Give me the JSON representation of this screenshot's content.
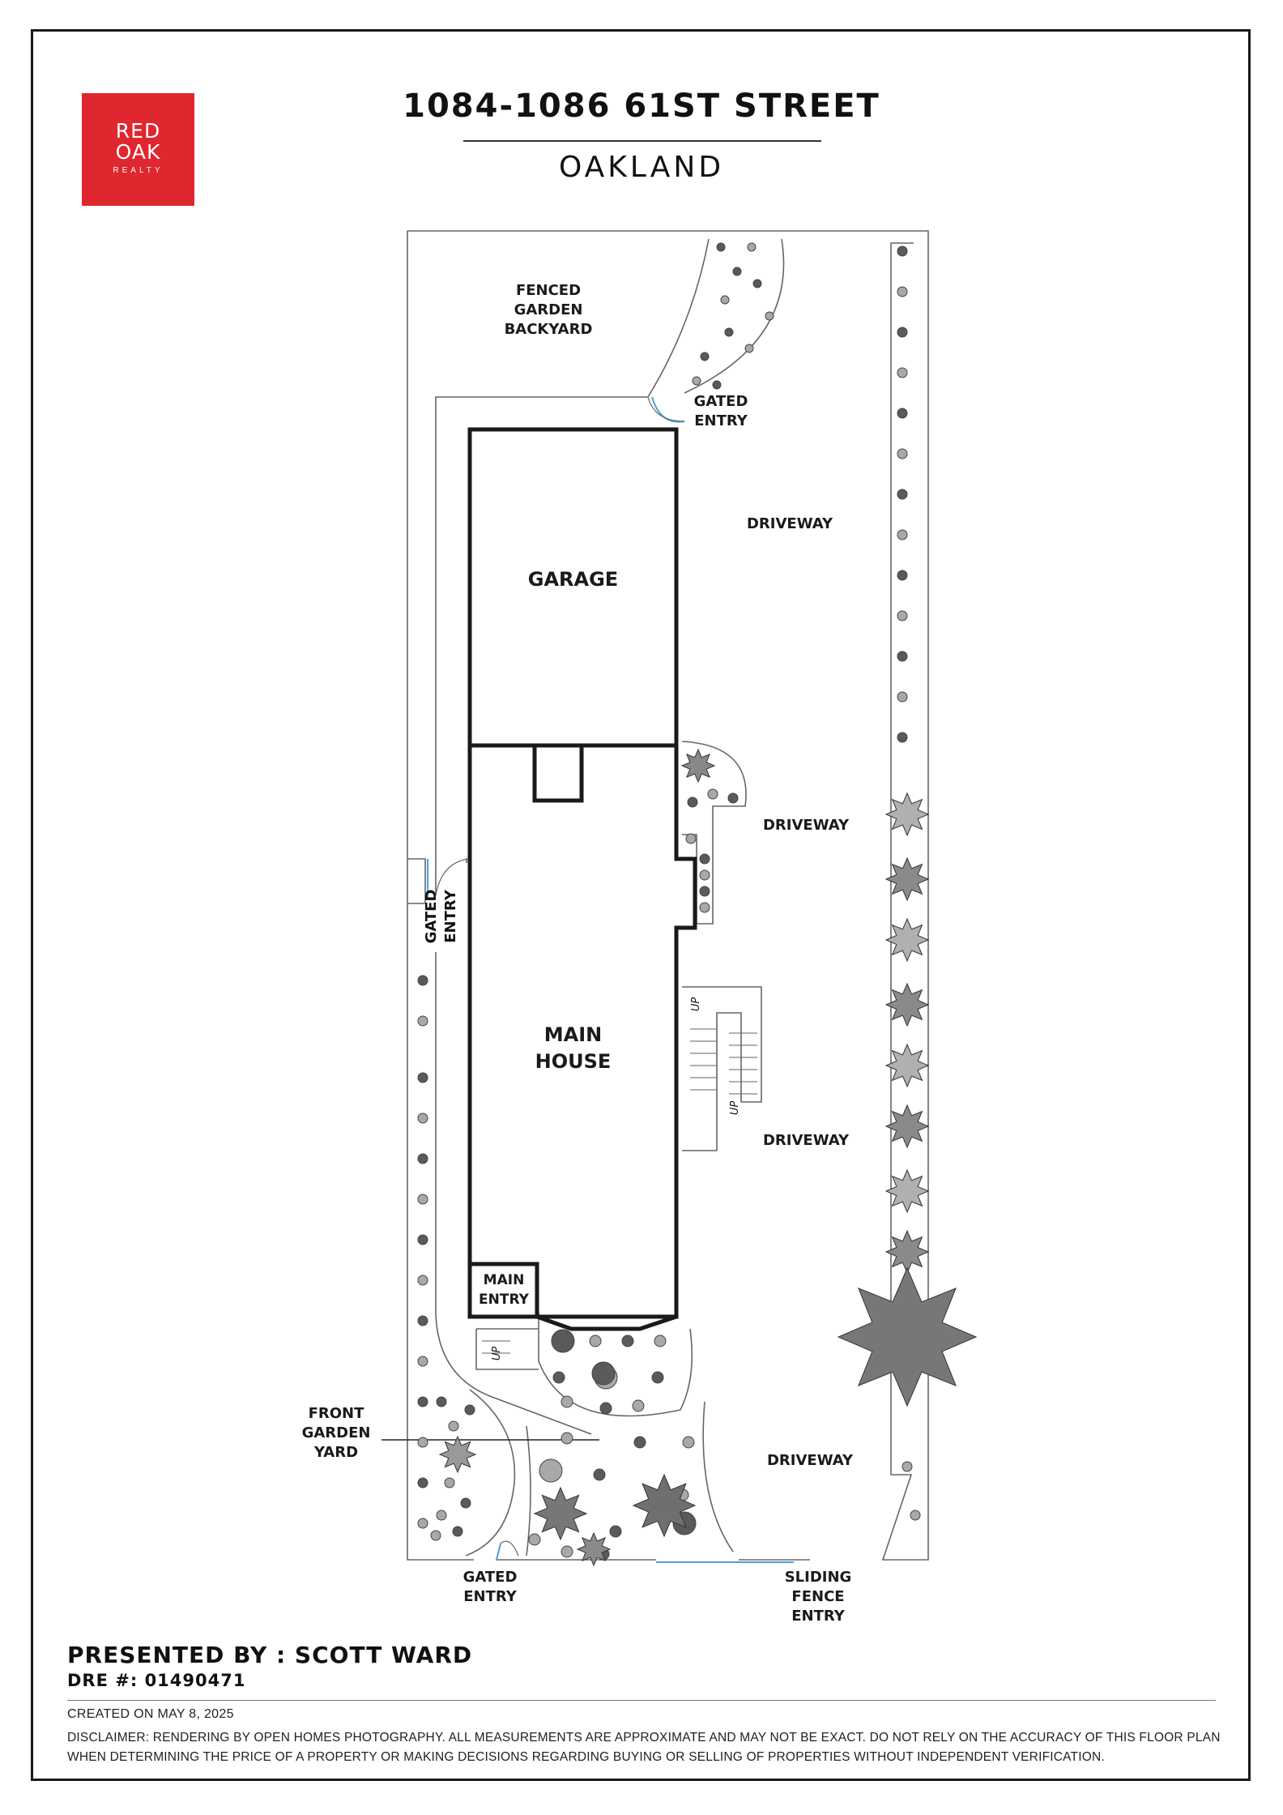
{
  "logo": {
    "line1": "RED",
    "line2": "OAK",
    "line3": "REALTY",
    "color": "#e0262e"
  },
  "header": {
    "title": "1084-1086 61ST STREET",
    "subtitle": "OAKLAND"
  },
  "labels": {
    "fenced_garden": "FENCED\nGARDEN\nBACKYARD",
    "gated_entry_top": "GATED\nENTRY",
    "driveway_1": "DRIVEWAY",
    "garage": "GARAGE",
    "driveway_2": "DRIVEWAY",
    "gated_entry_side": "GATED\nENTRY",
    "main_house": "MAIN\nHOUSE",
    "driveway_3": "DRIVEWAY",
    "main_entry": "MAIN\nENTRY",
    "front_garden": "FRONT\nGARDEN\nYARD",
    "driveway_4": "DRIVEWAY",
    "gated_entry_bottom": "GATED\nENTRY",
    "sliding_fence": "SLIDING\nFENCE\nENTRY",
    "up_1": "UP",
    "up_2": "UP",
    "up_3": "UP"
  },
  "footer": {
    "presented_by": "PRESENTED BY : SCOTT WARD",
    "dre": "DRE #: 01490471",
    "created": "CREATED ON MAY 8, 2025",
    "disclaimer": "DISCLAIMER: RENDERING BY OPEN HOMES PHOTOGRAPHY. ALL MEASUREMENTS ARE APPROXIMATE AND MAY NOT BE EXACT. DO NOT RELY ON THE ACCURACY OF THIS FLOOR PLAN WHEN DETERMINING THE PRICE OF A PROPERTY OR MAKING DECISIONS REGARDING BUYING OR SELLING OF PROPERTIES WITHOUT INDEPENDENT VERIFICATION."
  },
  "colors": {
    "wall": "#1a1a1a",
    "outline": "#555555",
    "plant_dark": "#5a5a5a",
    "plant_light": "#a8a8a8",
    "door": "#4aa3d8"
  }
}
